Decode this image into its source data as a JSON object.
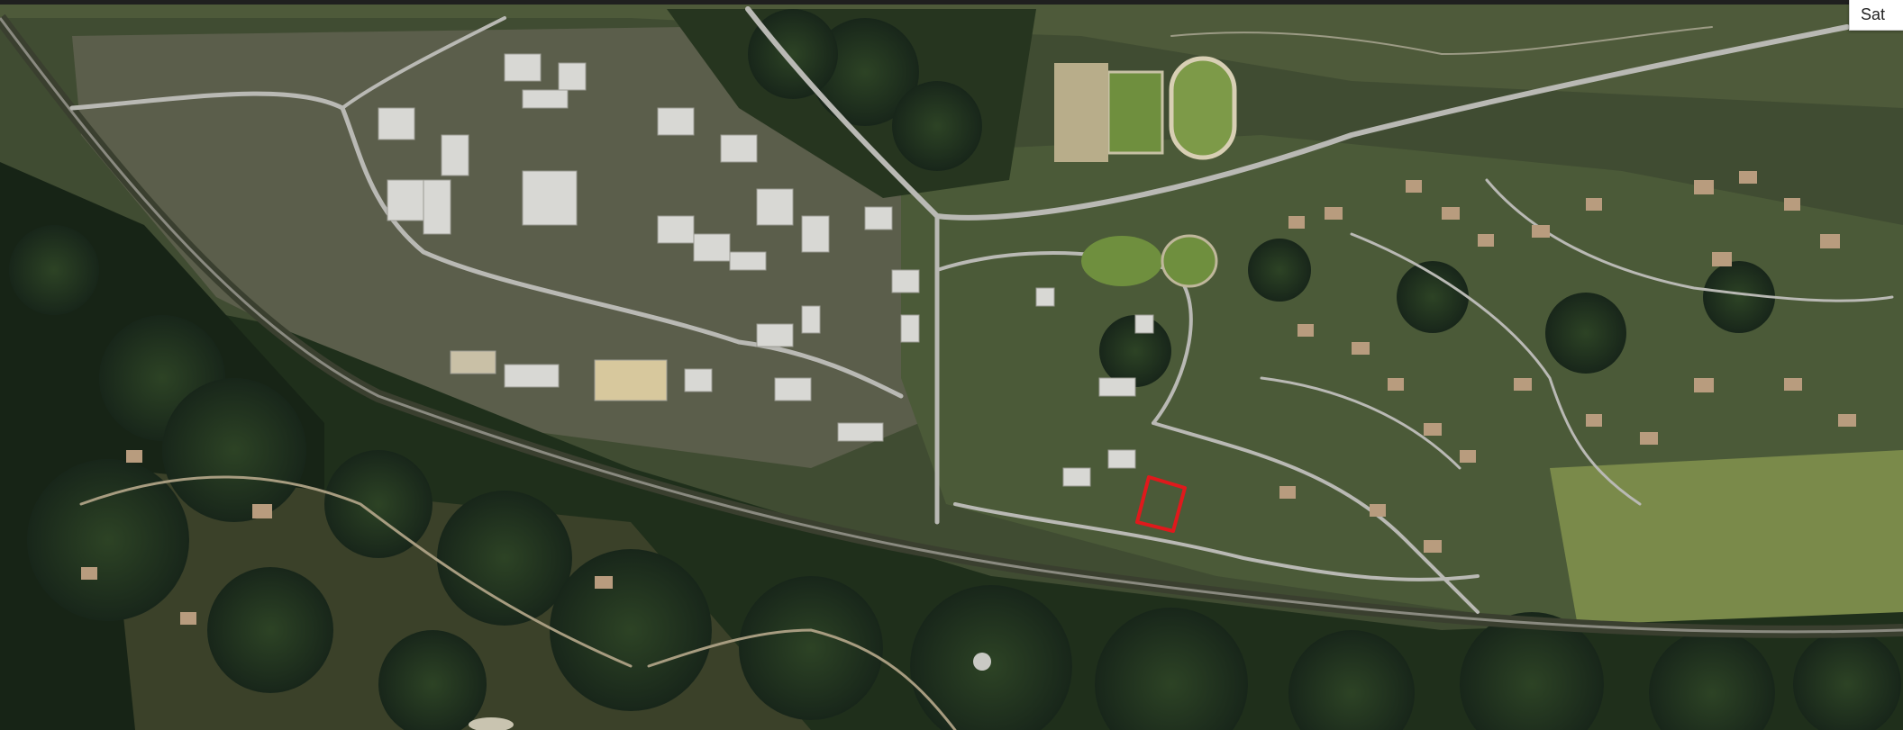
{
  "map": {
    "view": "satellite",
    "map_type_button": "Sat",
    "colors": {
      "highlight": "#e0191c",
      "road": "#b9b9b4",
      "field_green": "#6f8f3e",
      "forest": "#1c2c18",
      "dry_grass": "#6c6a4a"
    },
    "highlighted_parcel": {
      "shape": "parcel-outline"
    }
  }
}
